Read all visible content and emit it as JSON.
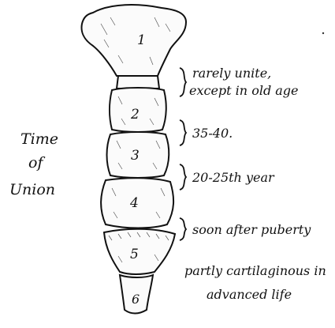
{
  "figure": {
    "side_label": [
      "Time",
      "of",
      "Union"
    ],
    "segments": [
      "1",
      "2",
      "3",
      "4",
      "5",
      "6"
    ],
    "annotations": {
      "a1": [
        "rarely unite,",
        "except in old age"
      ],
      "a2": "35-40.",
      "a3": "20-25th year",
      "a4": "soon after puberty",
      "a5": [
        "partly cartilaginous in",
        "advanced life"
      ]
    }
  }
}
